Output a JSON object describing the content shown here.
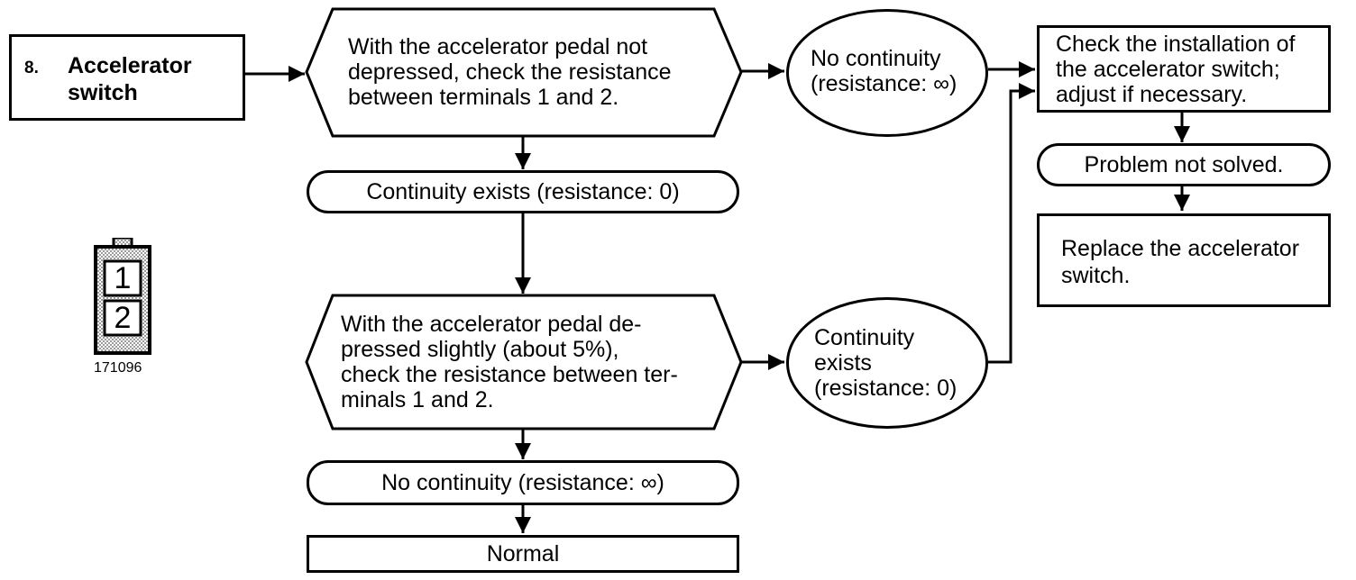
{
  "step": {
    "number": "8.",
    "title_line1": "Accelerator",
    "title_line2": "switch"
  },
  "check1": {
    "line1": "With the accelerator pedal not",
    "line2": "depressed, check the resistance",
    "line3": "between terminals 1 and 2."
  },
  "result1_no": {
    "line1": "No continuity",
    "line2": "(resistance: ∞)"
  },
  "result1_yes": "Continuity exists (resistance: 0)",
  "check2": {
    "line1": "With the accelerator pedal de-",
    "line2": "pressed slightly (about 5%),",
    "line3": "check the resistance between ter-",
    "line4": "minals 1 and 2."
  },
  "result2_yes": {
    "line1": "Continuity",
    "line2": "exists",
    "line3": "(resistance: 0)"
  },
  "result2_no": "No continuity (resistance: ∞)",
  "normal": "Normal",
  "action_check": {
    "line1": "Check the installation of",
    "line2": "the accelerator switch;",
    "line3": "adjust if necessary."
  },
  "problem": "Problem not solved.",
  "action_replace": {
    "line1": "Replace the accelerator",
    "line2": "switch."
  },
  "connector": {
    "terminal1": "1",
    "terminal2": "2",
    "code": "171096"
  }
}
